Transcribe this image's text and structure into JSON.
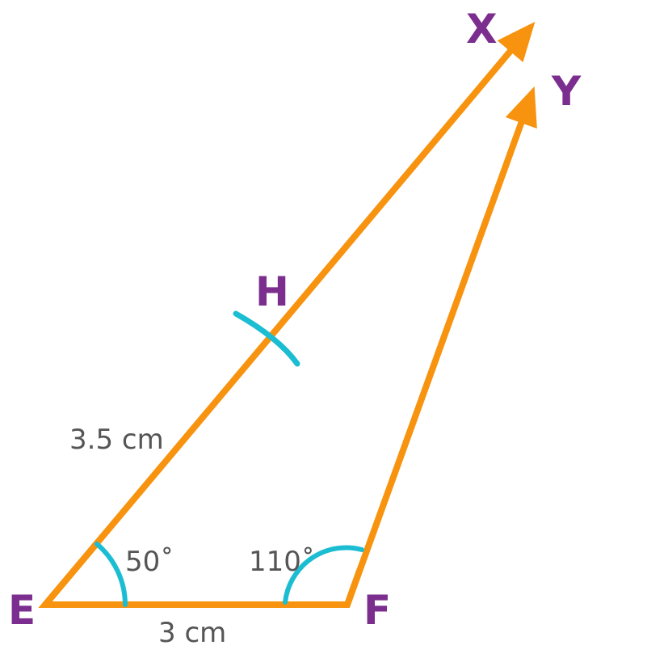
{
  "figure": {
    "vertices": {
      "E": "E",
      "F": "F",
      "H": "H",
      "X": "X",
      "Y": "Y"
    },
    "measurements": {
      "side_ef": "3 cm",
      "side_eh": "3.5 cm",
      "angle_e": "50˚",
      "angle_f": "110˚"
    },
    "colors": {
      "line": "#F7930E",
      "arc": "#1BBDD2",
      "vertex_label": "#7B2E8E",
      "measure_label": "#555555",
      "background": "#FFFFFF"
    }
  }
}
